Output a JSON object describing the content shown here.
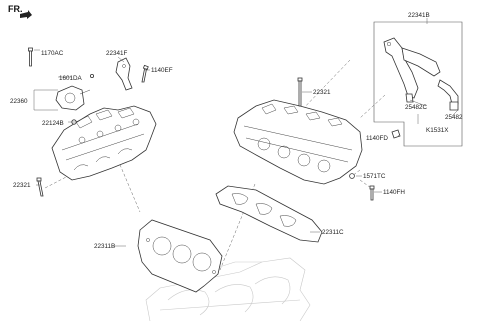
{
  "orientation": {
    "label": "FR."
  },
  "labels": {
    "p22341B": "22341B",
    "p1170AC": "1170AC",
    "p1601DA": "1601DA",
    "p22341F": "22341F",
    "p1140EF": "1140EF",
    "p22360": "22360",
    "p22124B": "22124B",
    "p22321_left": "22321",
    "p22321_right": "22321",
    "p25482C": "25482C",
    "p25482": "25482",
    "pK1531X": "K1531X",
    "p1140FD": "1140FD",
    "p1571TC": "1571TC",
    "p1140FH": "1140FH",
    "p22311C": "22311C",
    "p22311B": "22311B"
  }
}
